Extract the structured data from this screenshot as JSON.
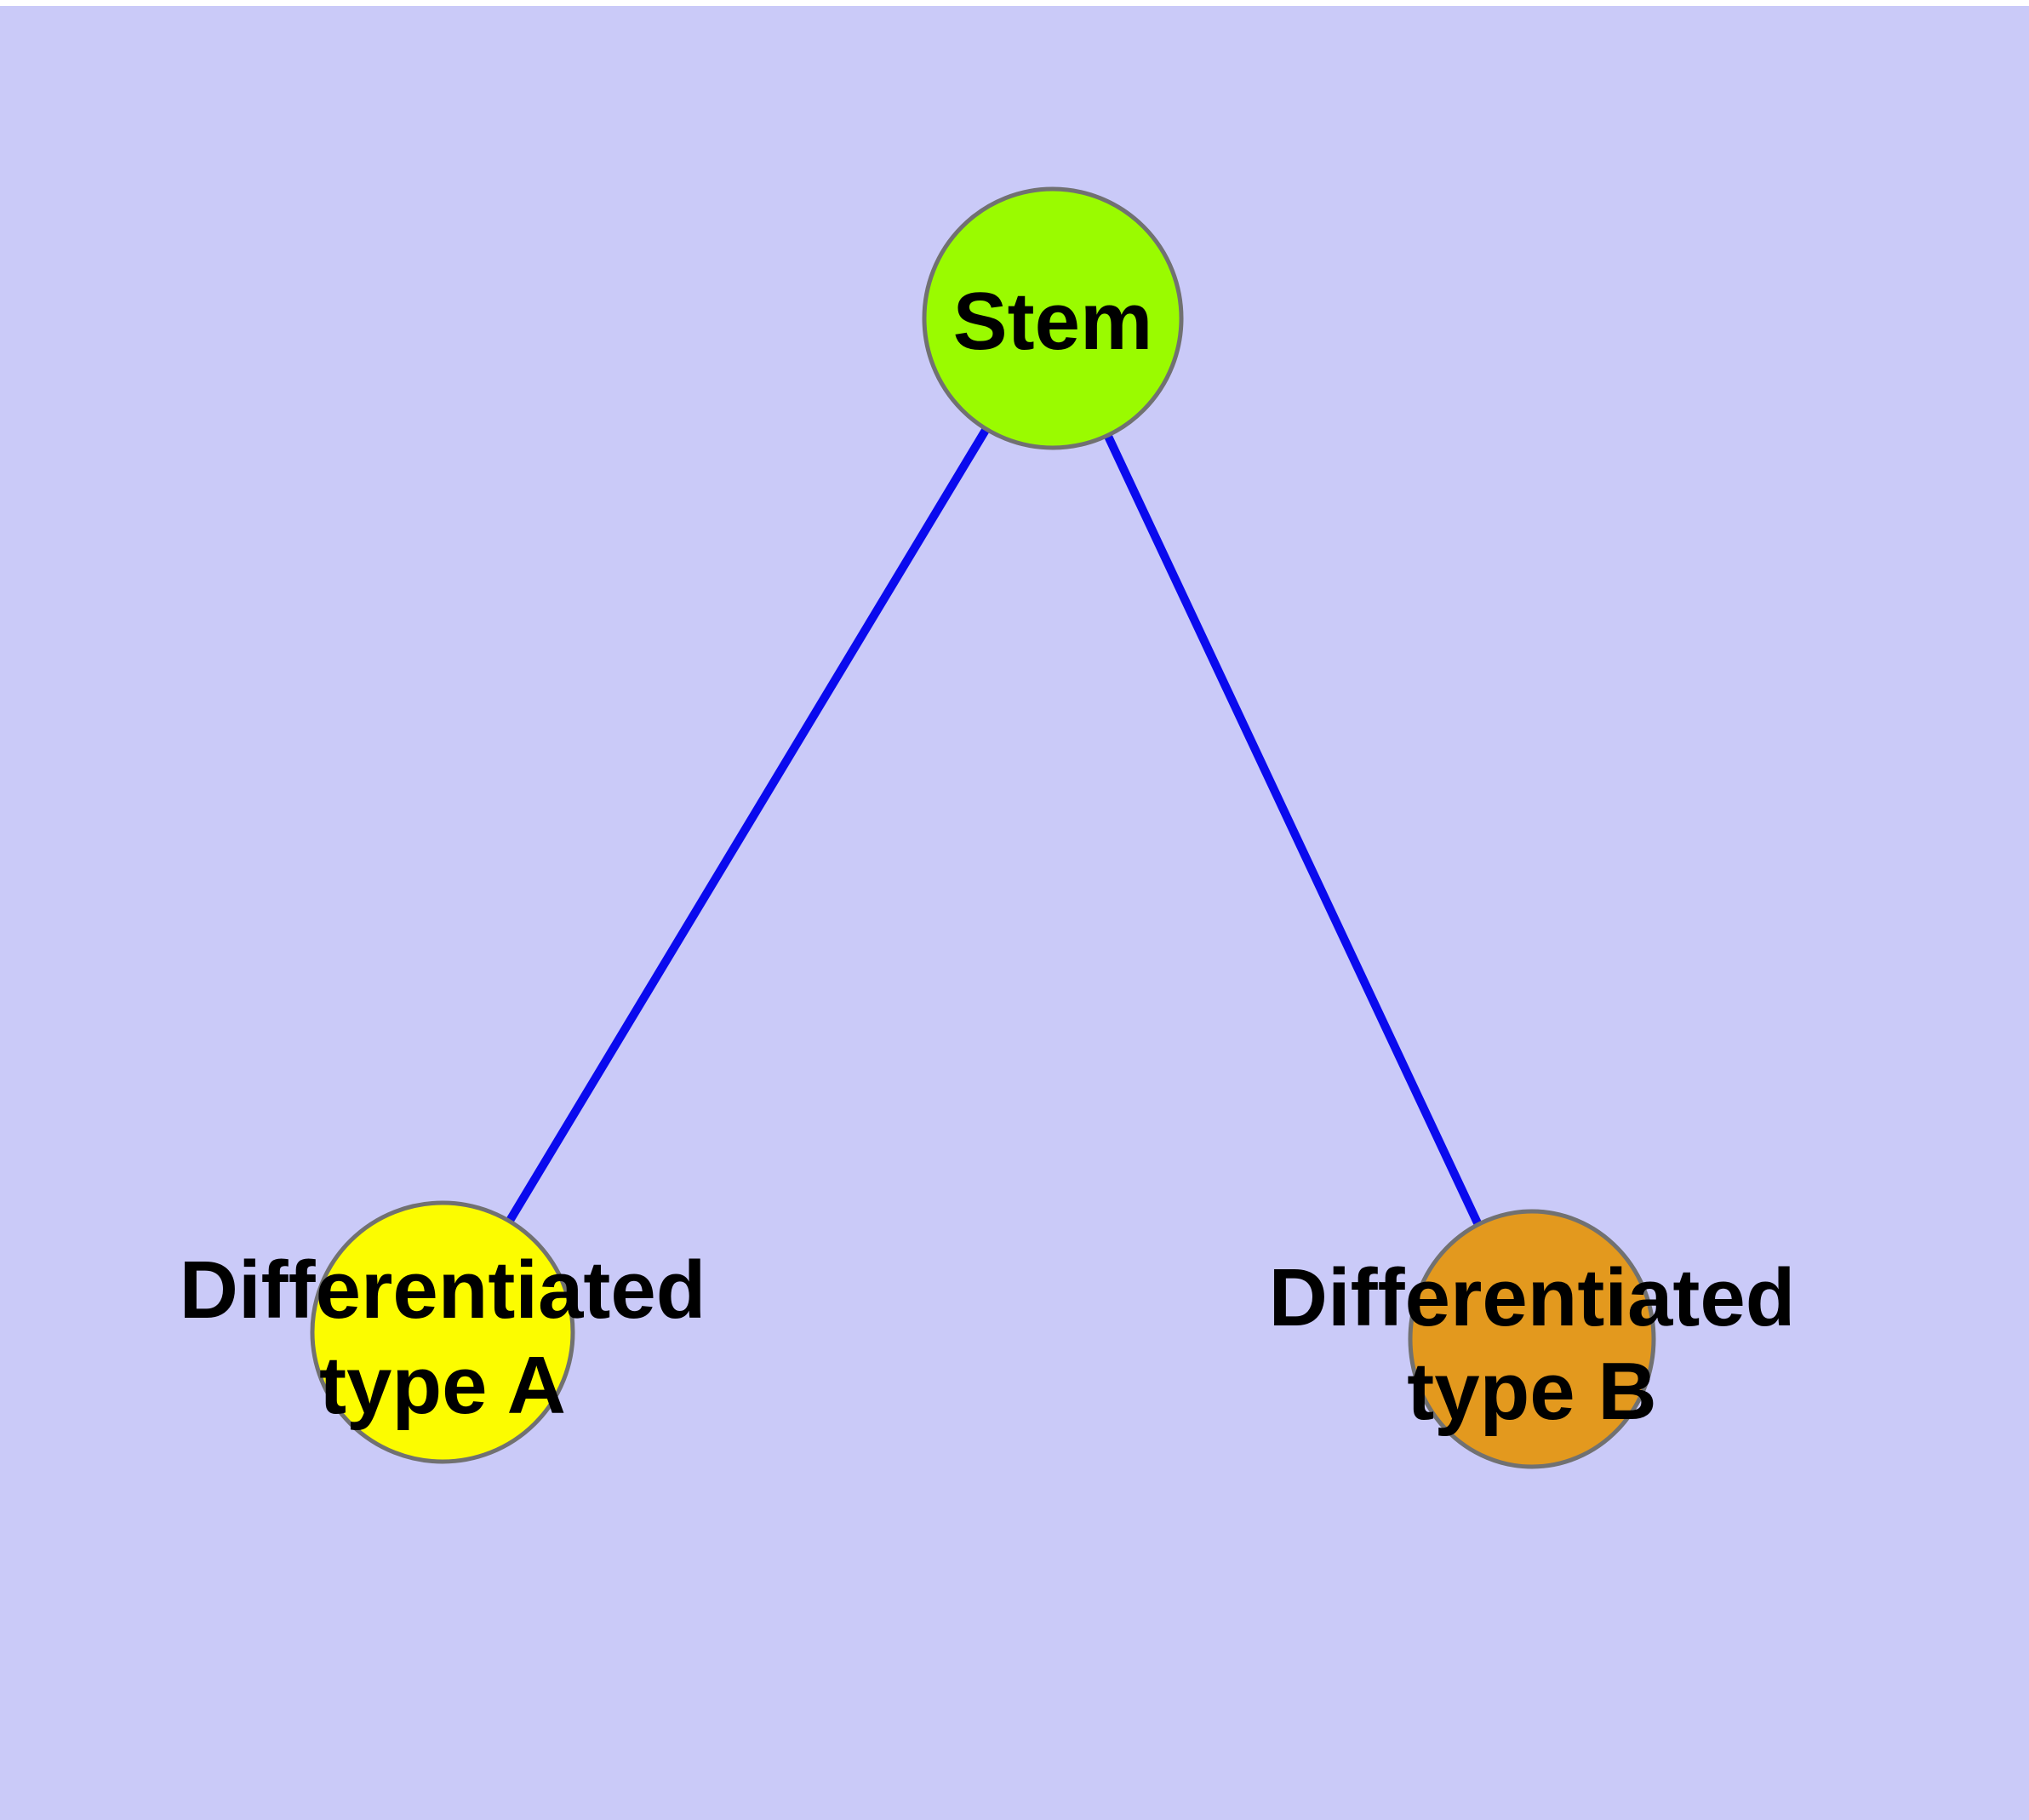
{
  "diagram": {
    "type": "node-link-tree",
    "background_color": "#CACAF8",
    "top_margin_color": "#FFFFFF",
    "edge_color": "#0A0AEE",
    "node_border_color": "#717171",
    "label_color": "#000000",
    "nodes": [
      {
        "id": "stem",
        "label": "Stem",
        "fill": "#9AFB00"
      },
      {
        "id": "differentiated-type-a",
        "label_line1": "Differentiated",
        "label_line2": "type A",
        "fill": "#FCFC00"
      },
      {
        "id": "differentiated-type-b",
        "label_line1": "Differentiated",
        "label_line2": "type B",
        "fill": "#E3991E"
      }
    ],
    "edges": [
      {
        "from": "Stem",
        "to": "Differentiated type A"
      },
      {
        "from": "Stem",
        "to": "Differentiated type B"
      }
    ]
  }
}
